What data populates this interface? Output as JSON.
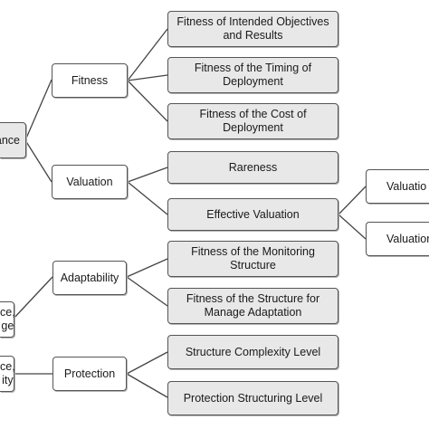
{
  "nodes": {
    "root": "ance",
    "fitness": "Fitness",
    "valuation": "Valuation",
    "adaptability": "Adaptability",
    "protection": "Protection",
    "fitness_objectives": "Fitness of Intended Objectives\nand Results",
    "fitness_timing": "Fitness of the Timing of\nDeployment",
    "fitness_cost": "Fitness of the Cost of\nDeployment",
    "rareness": "Rareness",
    "effective_valuation": "Effective Valuation",
    "valuation_a": "Valuatio",
    "valuation_b": "Valuation",
    "fitness_monitoring": "Fitness of the Monitoring\nStructure",
    "fitness_adaptation": "Fitness of the Structure for\nManage Adaptation",
    "complexity": "Structure Complexity Level",
    "structuring": "Protection Structuring Level",
    "left_group_a": "ce,\nge",
    "left_group_b": "ce,\nity"
  }
}
